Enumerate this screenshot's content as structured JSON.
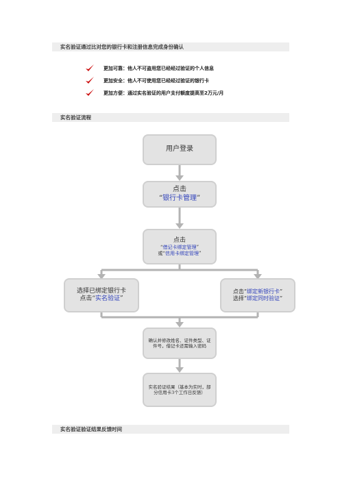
{
  "sections": {
    "intro": "实名验证通过比对您的银行卡和注册信息完成身份确认",
    "flow": "实名验证流程",
    "feedback": "实名验证验证结果反馈时间"
  },
  "benefits": [
    "更加可靠：他人不可盗用您已经经过验证的个人信息",
    "更加安全：他人不可使用您已经经过验证的银行卡",
    "更加方便：通过实名验证的用户支付额度提高至2万元/月"
  ],
  "flowchart": {
    "login": "用户登录",
    "step2": {
      "line1": "点击",
      "quote_open": "“",
      "link": "银行卡管理",
      "quote_close": "”"
    },
    "step3": {
      "line1": "点击",
      "link1": "借记卡绑定管理",
      "or": "或",
      "link2": "信用卡绑定管理",
      "quote_open": "“",
      "quote_close": "”"
    },
    "left": {
      "line1": "选择已绑定银行卡",
      "line2_prefix": "点击",
      "link": "实名验证",
      "quote_open": "“",
      "quote_close": "”"
    },
    "right": {
      "line1_prefix": "点击",
      "link1": "绑定新银行卡",
      "line2_prefix": "选择",
      "link2": "绑定同时验证",
      "quote_open": "“",
      "quote_close": "”"
    },
    "confirm": "确认并修改姓名、证件类型、证件号，借记卡还需输入密码",
    "result": "实名验证结果（基本为实时，部分信用卡3个工作日反馈）"
  },
  "colors": {
    "check": "#cc1111",
    "link": "#3344bb",
    "box_fill": "#e3e3e3",
    "box_border": "#cfcfcf",
    "connector": "#b3b3b3"
  }
}
